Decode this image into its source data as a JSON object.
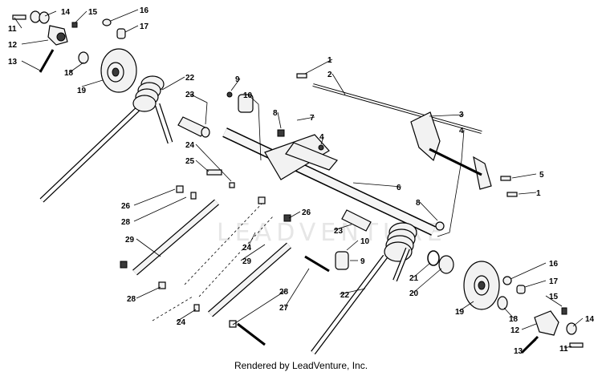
{
  "watermark": "LEADVENTURE",
  "credit": "Rendered by LeadVenture, Inc.",
  "callouts": [
    "1",
    "1",
    "2",
    "3",
    "4",
    "4",
    "5",
    "6",
    "7",
    "8",
    "8",
    "9",
    "9",
    "10",
    "10",
    "11",
    "11",
    "12",
    "12",
    "13",
    "13",
    "14",
    "14",
    "15",
    "15",
    "16",
    "16",
    "17",
    "17",
    "18",
    "18",
    "19",
    "19",
    "20",
    "21",
    "22",
    "22",
    "23",
    "23",
    "24",
    "24",
    "24",
    "25",
    "26",
    "26",
    "27",
    "28",
    "28",
    "28",
    "29",
    "29"
  ]
}
